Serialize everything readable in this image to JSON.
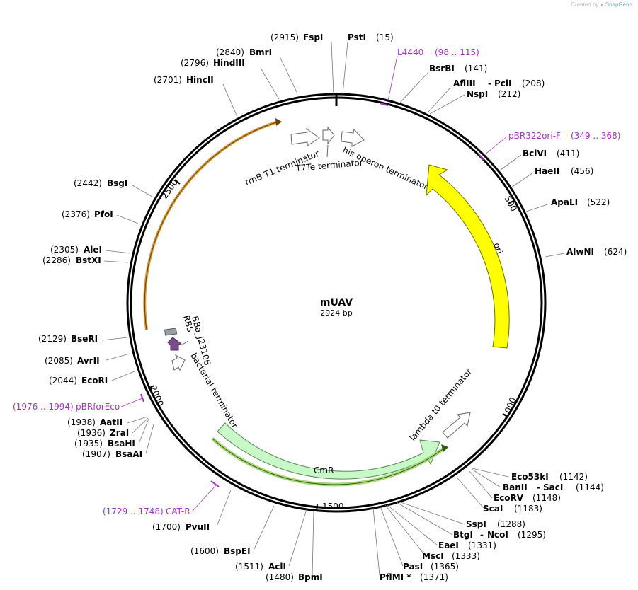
{
  "watermark": {
    "prefix": "Created by",
    "brand": "SnapGene"
  },
  "plasmid": {
    "name": "mUAV",
    "length_label": "2924 bp",
    "length": 2924
  },
  "colors": {
    "primer": "#a832c7",
    "ori": "#ffff00",
    "cmr": "#c6f5c6",
    "pbr_arc": "#e2a94a",
    "cmr_arc": "#5a9d26",
    "rbs": "#9aa0a8",
    "promoter": "#7a4d8a"
  },
  "ticks": [
    {
      "label": "500",
      "bp": 500
    },
    {
      "label": "1000",
      "bp": 1000
    },
    {
      "label": "1500",
      "bp": 1500
    },
    {
      "label": "2000",
      "bp": 2000
    },
    {
      "label": "2500",
      "bp": 2500
    }
  ],
  "enzymes": [
    {
      "name": "FspI",
      "pos": "(2915)"
    },
    {
      "name": "PstI",
      "pos": "(15)"
    },
    {
      "name": "BmrI",
      "pos": "(2840)"
    },
    {
      "name": "HindIII",
      "pos": "(2796)"
    },
    {
      "name": "HincII",
      "pos": "(2701)"
    },
    {
      "name": "BsrBI",
      "pos": "(141)"
    },
    {
      "name": "AflIII",
      "name2": "PciI",
      "pos": "(208)"
    },
    {
      "name": "NspI",
      "pos": "(212)"
    },
    {
      "name": "BclVI",
      "pos": "(411)"
    },
    {
      "name": "HaeII",
      "pos": "(456)"
    },
    {
      "name": "ApaLI",
      "pos": "(522)"
    },
    {
      "name": "AlwNI",
      "pos": "(624)"
    },
    {
      "name": "BsgI",
      "pos": "(2442)"
    },
    {
      "name": "PfoI",
      "pos": "(2376)"
    },
    {
      "name": "AleI",
      "pos": "(2305)"
    },
    {
      "name": "BstXI",
      "pos": "(2286)"
    },
    {
      "name": "BseRI",
      "pos": "(2129)"
    },
    {
      "name": "AvrII",
      "pos": "(2085)"
    },
    {
      "name": "EcoRI",
      "pos": "(2044)"
    },
    {
      "name": "AatII",
      "pos": "(1938)"
    },
    {
      "name": "ZraI",
      "pos": "(1936)"
    },
    {
      "name": "BsaHI",
      "pos": "(1935)"
    },
    {
      "name": "BsaAI",
      "pos": "(1907)"
    },
    {
      "name": "PvuII",
      "pos": "(1700)"
    },
    {
      "name": "BspEI",
      "pos": "(1600)"
    },
    {
      "name": "AclI",
      "pos": "(1511)"
    },
    {
      "name": "BpmI",
      "pos": "(1480)"
    },
    {
      "name": "PflMI *",
      "pos": "(1371)"
    },
    {
      "name": "PasI",
      "pos": "(1365)"
    },
    {
      "name": "MscI",
      "pos": "(1333)"
    },
    {
      "name": "EaeI",
      "pos": "(1331)"
    },
    {
      "name": "BtgI",
      "name2": "NcoI",
      "pos": "(1295)"
    },
    {
      "name": "SspI",
      "pos": "(1288)"
    },
    {
      "name": "ScaI",
      "pos": "(1183)"
    },
    {
      "name": "EcoRV",
      "pos": "(1148)"
    },
    {
      "name": "BanII",
      "name2": "SacI",
      "pos": "(1144)"
    },
    {
      "name": "Eco53kI",
      "pos": "(1142)"
    }
  ],
  "primers": [
    {
      "name": "L4440",
      "range": "(98 .. 115)"
    },
    {
      "name": "pBR322ori-F",
      "range": "(349 .. 368)"
    },
    {
      "name": "pBRforEco",
      "range": "(1976 .. 1994)"
    },
    {
      "name": "CAT-R",
      "range": "(1729 .. 1748)"
    }
  ],
  "features": {
    "ori": "ori",
    "cmr": "CmR",
    "rrnb": "rrnB T1 terminator",
    "t7te": "T7Te terminator",
    "his": "his operon terminator",
    "lambda": "lambda t0 terminator",
    "bacterial": "bacterial terminator",
    "bba": "BBa_J23106",
    "rbs": "RBS"
  }
}
